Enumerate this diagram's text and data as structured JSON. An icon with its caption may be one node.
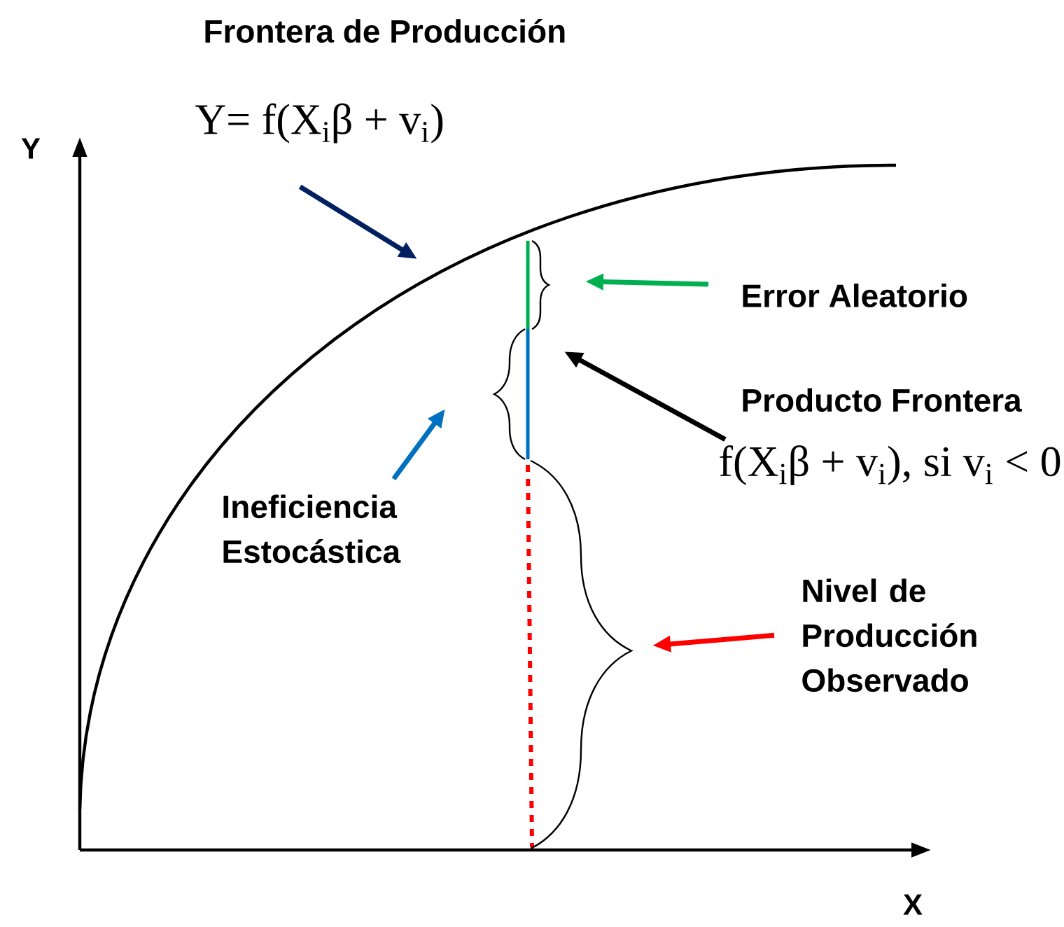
{
  "diagram": {
    "title": "Frontera de Producción",
    "nodes": [
      {
        "text": [
          "Y= f(X$_{i}$β + v$_{i}$)"
        ]
      },
      {
        "text": [
          "Error Aleatorio"
        ]
      },
      {
        "text": [
          "Producto Frontera",
          "f(X$_{i}$β + v$_{i}$), si v$_{i}$ < 0"
        ]
      },
      {
        "text": [
          "Ineficiencia Estocástica"
        ]
      },
      {
        "text": [
          "Nivel de Producción Observado"
        ]
      }
    ],
    "edges": [
      {
        "from": 0,
        "to": null,
        "arrow": "to",
        "color": "#002060"
      },
      {
        "from": 1,
        "to": null,
        "arrow": "to",
        "color": "#00b050"
      },
      {
        "from": 2,
        "to": null,
        "arrow": "to",
        "color": "#000000"
      },
      {
        "from": 3,
        "to": null,
        "arrow": "to",
        "color": "#0070c0"
      },
      {
        "from": 4,
        "to": null,
        "arrow": "to",
        "color": "#ff0000"
      }
    ],
    "labels": [
      "Y",
      "X"
    ]
  }
}
